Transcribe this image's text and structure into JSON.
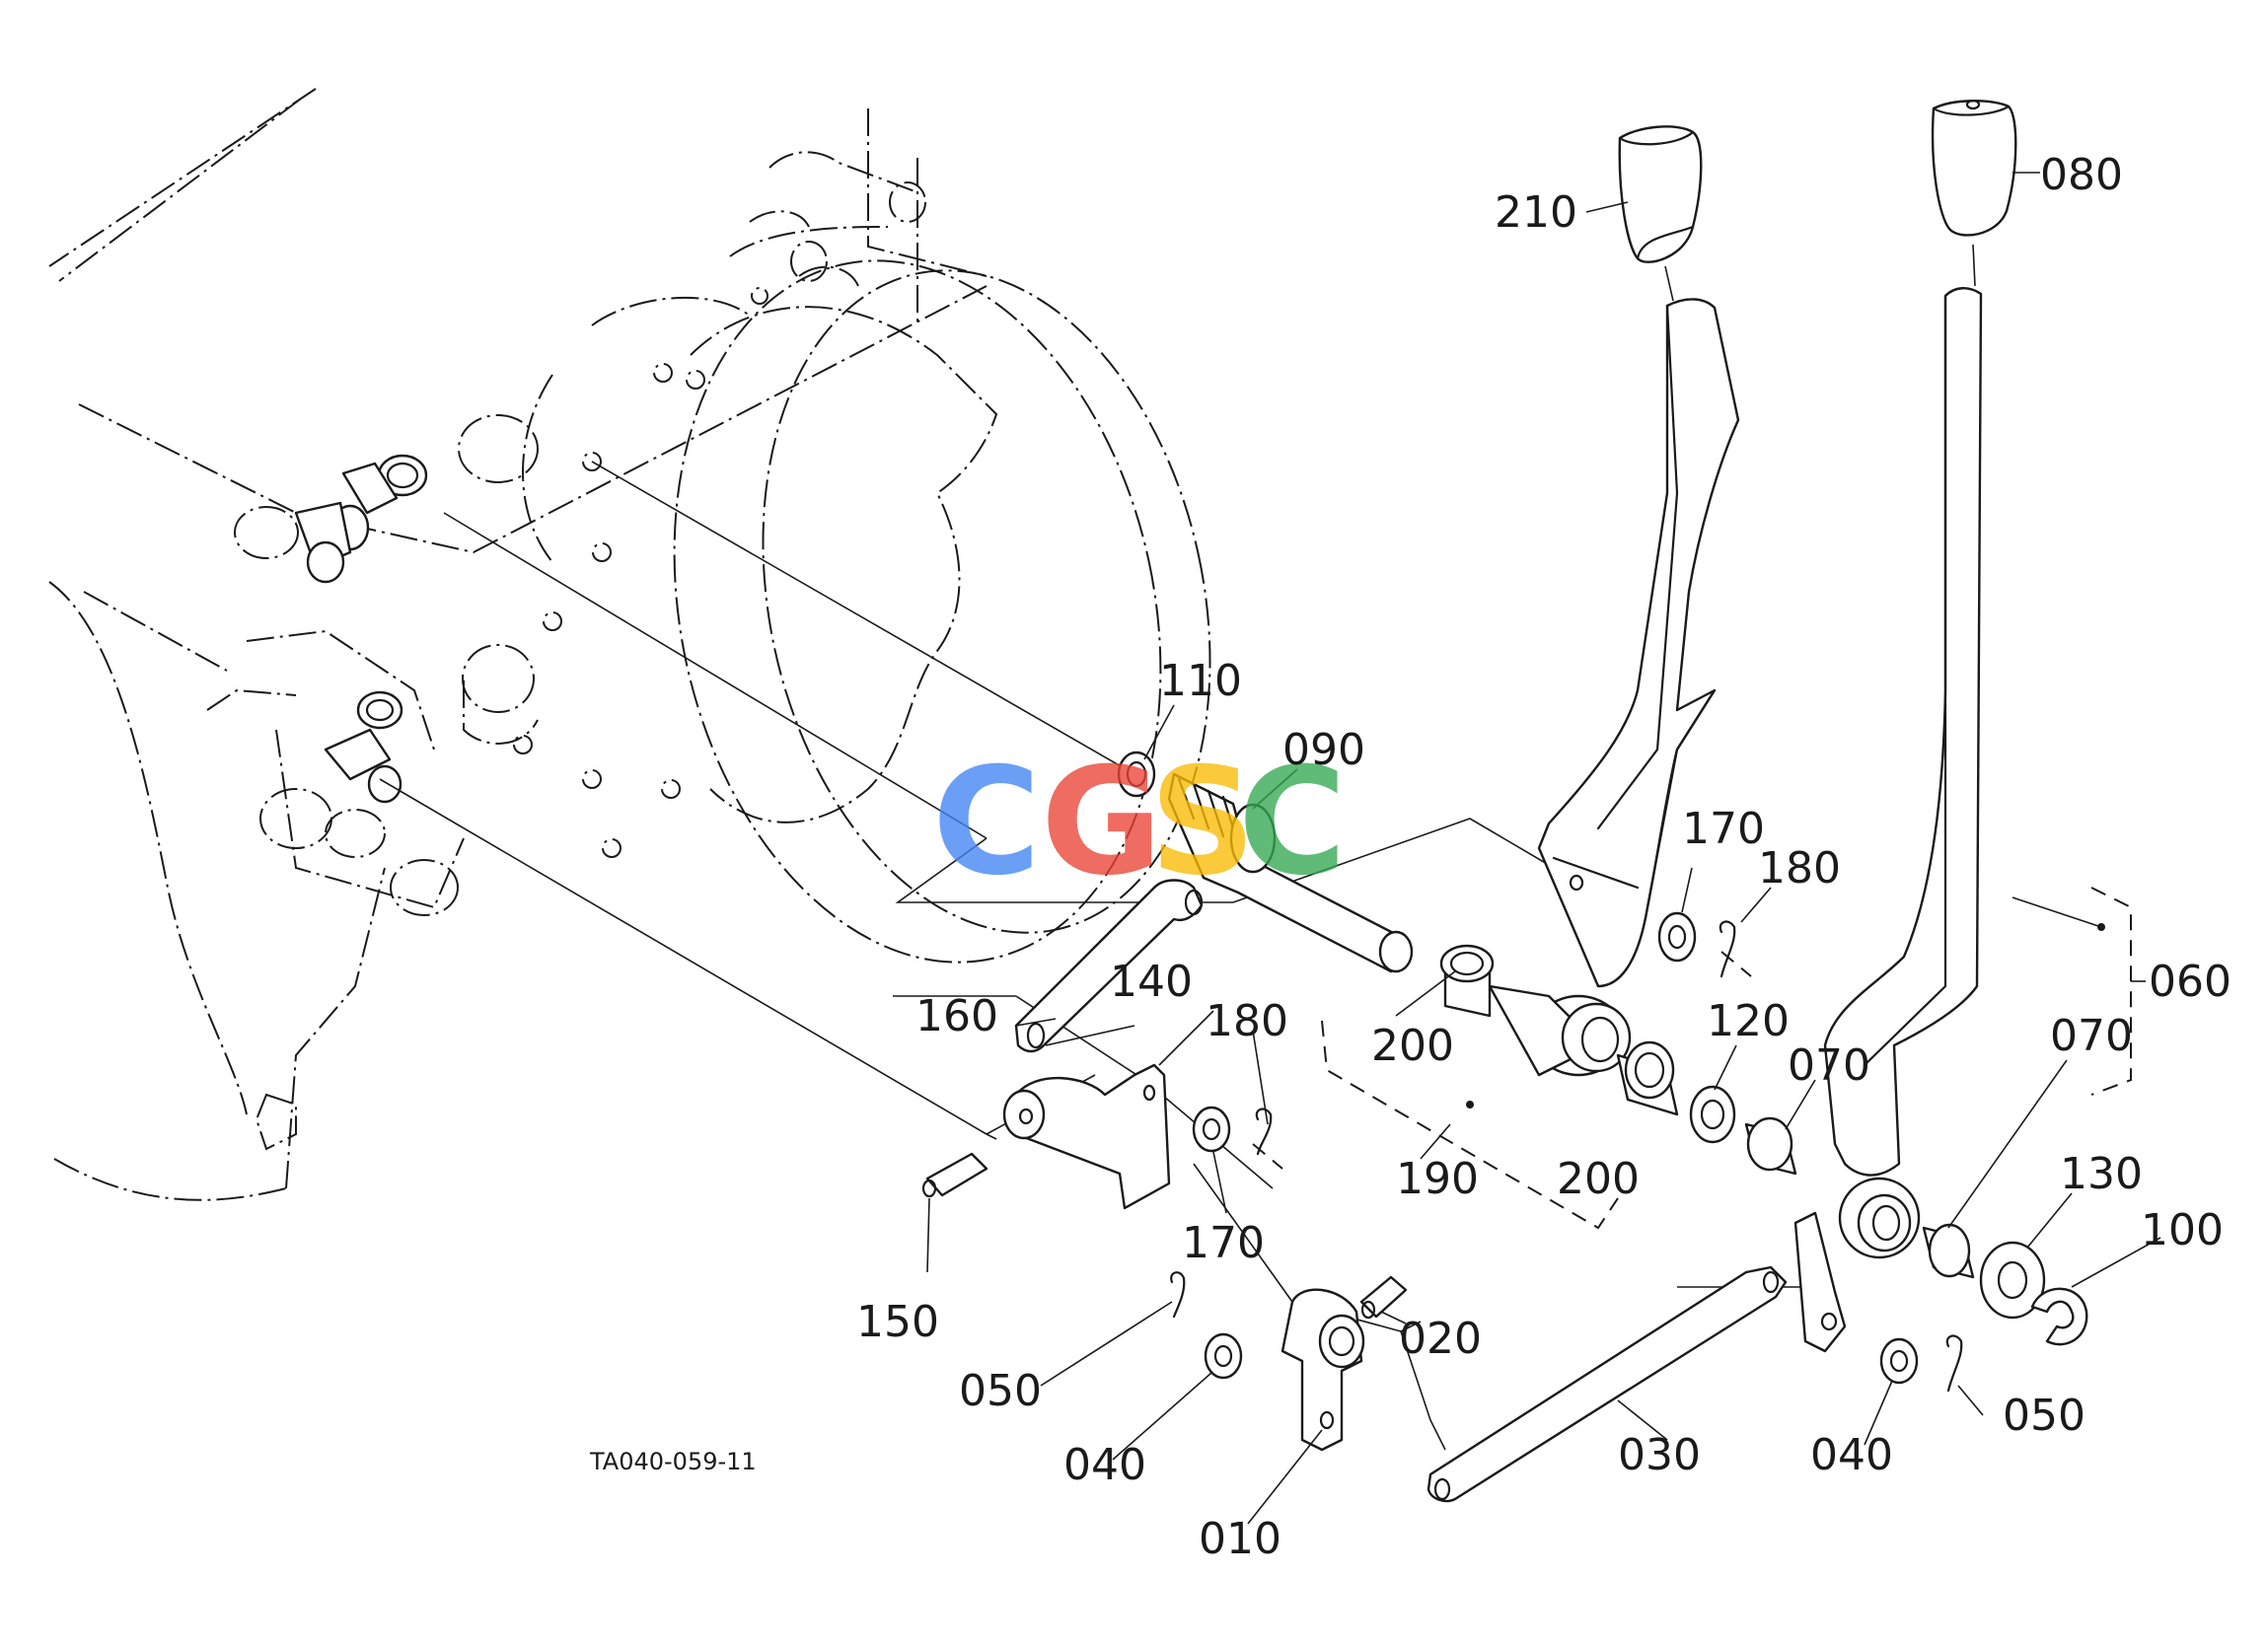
{
  "drawing_ref": "TA040-059-11",
  "watermark": {
    "letters": [
      "C",
      "G",
      "S",
      "C"
    ],
    "colors": [
      "#4285F4",
      "#EA4335",
      "#FBBC05",
      "#34A853"
    ]
  },
  "callouts": [
    {
      "id": "210",
      "label": "210"
    },
    {
      "id": "080",
      "label": "080"
    },
    {
      "id": "110",
      "label": "110"
    },
    {
      "id": "090",
      "label": "090"
    },
    {
      "id": "170a",
      "label": "170"
    },
    {
      "id": "180a",
      "label": "180"
    },
    {
      "id": "060",
      "label": "060"
    },
    {
      "id": "160",
      "label": "160"
    },
    {
      "id": "140",
      "label": "140"
    },
    {
      "id": "180b",
      "label": "180"
    },
    {
      "id": "200a",
      "label": "200"
    },
    {
      "id": "120",
      "label": "120"
    },
    {
      "id": "070a",
      "label": "070"
    },
    {
      "id": "070b",
      "label": "070"
    },
    {
      "id": "190",
      "label": "190"
    },
    {
      "id": "200b",
      "label": "200"
    },
    {
      "id": "130",
      "label": "130"
    },
    {
      "id": "100",
      "label": "100"
    },
    {
      "id": "170b",
      "label": "170"
    },
    {
      "id": "150",
      "label": "150"
    },
    {
      "id": "020",
      "label": "020"
    },
    {
      "id": "050a",
      "label": "050"
    },
    {
      "id": "040a",
      "label": "040"
    },
    {
      "id": "030",
      "label": "030"
    },
    {
      "id": "040b",
      "label": "040"
    },
    {
      "id": "050b",
      "label": "050"
    },
    {
      "id": "010",
      "label": "010"
    }
  ]
}
